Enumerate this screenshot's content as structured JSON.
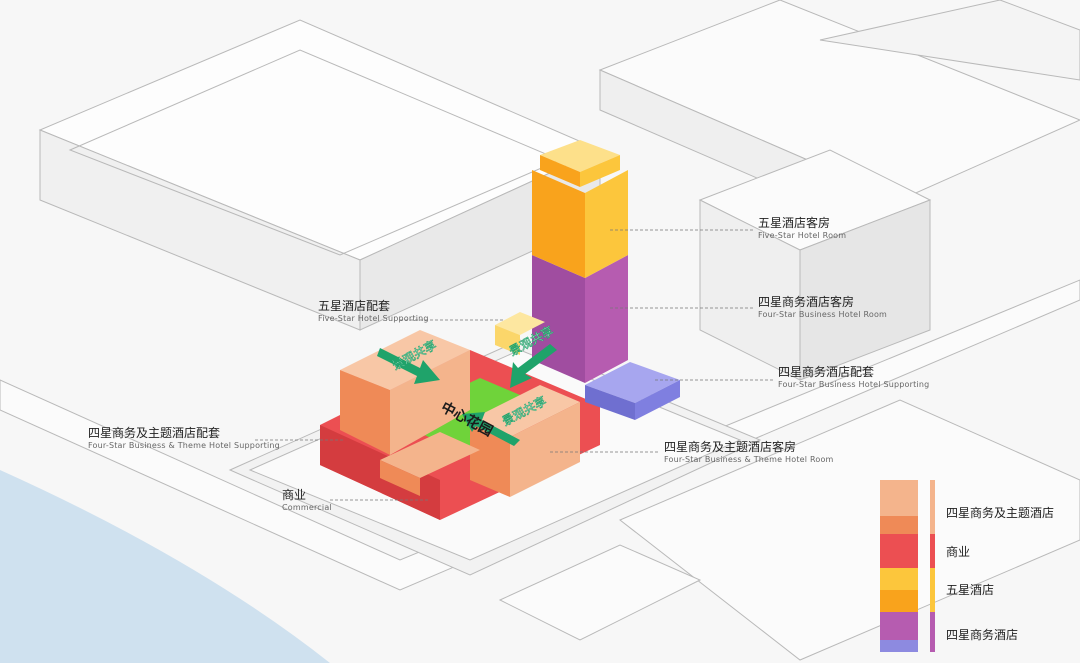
{
  "labels": {
    "five_star_room": {
      "zh": "五星酒店客房",
      "en": "Five-Star Hotel Room"
    },
    "five_star_support": {
      "zh": "五星酒店配套",
      "en": "Five-Star Hotel Supporting"
    },
    "four_star_room": {
      "zh": "四星商务酒店客房",
      "en": "Four-Star Business Hotel Room"
    },
    "four_star_support": {
      "zh": "四星商务酒店配套",
      "en": "Four-Star Business Hotel Supporting"
    },
    "theme_support": {
      "zh": "四星商务及主题酒店配套",
      "en": "Four-Star Business & Theme Hotel Supporting"
    },
    "theme_room": {
      "zh": "四星商务及主题酒店客房",
      "en": "Four-Star Business & Theme Hotel Room"
    },
    "commercial": {
      "zh": "商业",
      "en": "Commercial"
    }
  },
  "plan_text": {
    "central_garden": "中心花园",
    "view_share_1": "景观共享",
    "view_share_2": "景观共享",
    "view_share_3": "景观共享"
  },
  "legend": [
    {
      "label": "四星商务及主题酒店",
      "colors": [
        "#f4b48c",
        "#ef8a57"
      ]
    },
    {
      "label": "商业",
      "colors": [
        "#ec4f52"
      ]
    },
    {
      "label": "五星酒店",
      "colors": [
        "#fcc63c",
        "#f9a31c"
      ]
    },
    {
      "label": "四星商务酒店",
      "colors": [
        "#b65cb0",
        "#8d8ae0"
      ]
    }
  ],
  "colors": {
    "theme_light": "#f4b48c",
    "theme_dark": "#ef8a57",
    "commercial": "#ec4f52",
    "five_star_light": "#fcc63c",
    "five_star_dark": "#f9a31c",
    "four_star": "#b65cb0",
    "four_star_support": "#7f7fe0",
    "garden": "#6fd33a",
    "arrow": "#1fa36a",
    "water": "#cfe1ef"
  }
}
